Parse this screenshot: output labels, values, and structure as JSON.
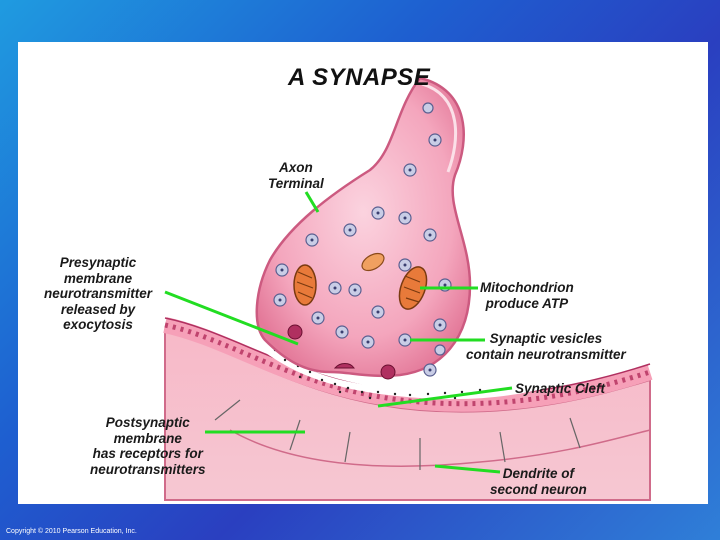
{
  "title": "A SYNAPSE",
  "labels": {
    "axon_terminal": [
      "Axon",
      "Terminal"
    ],
    "presynaptic": [
      "Presynaptic",
      "membrane",
      "neurotransmitter",
      "released by",
      "exocytosis"
    ],
    "mitochondrion": [
      "Mitochondrion",
      "produce ATP"
    ],
    "vesicles": [
      "Synaptic vesicles",
      "contain neurotransmitter"
    ],
    "cleft": [
      "Synaptic Cleft"
    ],
    "postsynaptic": [
      "Postsynaptic",
      "membrane",
      "has receptors for",
      "neurotransmitters"
    ],
    "dendrite": [
      "Dendrite of",
      "second neuron"
    ]
  },
  "copyright": "Copyright © 2010 Pearson Education, Inc.",
  "colors": {
    "leader_line": "#22dd22",
    "membrane_pink": "#f4a7b9",
    "membrane_dark": "#c0446e",
    "vesicle": "#8a8fb8"
  }
}
